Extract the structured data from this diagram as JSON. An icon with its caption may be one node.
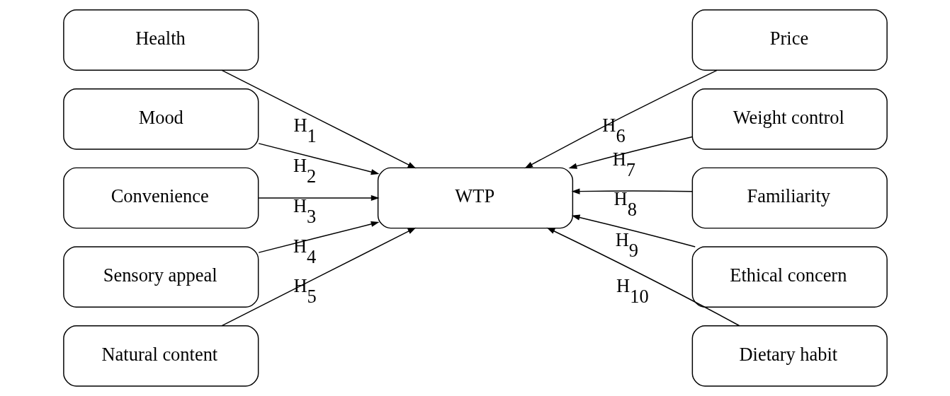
{
  "diagram": {
    "nodes": [
      {
        "text": [
          "Health"
        ]
      },
      {
        "text": [
          "Mood"
        ]
      },
      {
        "text": [
          "Convenience"
        ]
      },
      {
        "text": [
          "Sensory appeal"
        ]
      },
      {
        "text": [
          "Natural content"
        ]
      },
      {
        "text": [
          "WTP"
        ]
      },
      {
        "text": [
          "Price"
        ]
      },
      {
        "text": [
          "Weight control"
        ]
      },
      {
        "text": [
          "Familiarity"
        ]
      },
      {
        "text": [
          "Ethical concern"
        ]
      },
      {
        "text": [
          "Dietary habit"
        ]
      }
    ],
    "edges": [
      {
        "from": 0,
        "to": 5,
        "arrow": "to",
        "label": "H$_{1}$"
      },
      {
        "from": 1,
        "to": 5,
        "arrow": "to",
        "label": "H$_{2}$"
      },
      {
        "from": 2,
        "to": 5,
        "arrow": "to",
        "label": "H$_{3}$"
      },
      {
        "from": 3,
        "to": 5,
        "arrow": "to",
        "label": "H$_{4}$"
      },
      {
        "from": 4,
        "to": 5,
        "arrow": "to",
        "label": "H$_{5}$"
      },
      {
        "from": 6,
        "to": 5,
        "arrow": "to",
        "label": "H$_{6}$"
      },
      {
        "from": 7,
        "to": 5,
        "arrow": "to",
        "label": "H$_{7}$"
      },
      {
        "from": 8,
        "to": 5,
        "arrow": "to",
        "label": "H$_{8}$"
      },
      {
        "from": 9,
        "to": 5,
        "arrow": "to",
        "label": "H$_{9}$"
      },
      {
        "from": 10,
        "to": 5,
        "arrow": "to",
        "label": "H$_{10}$"
      }
    ]
  }
}
